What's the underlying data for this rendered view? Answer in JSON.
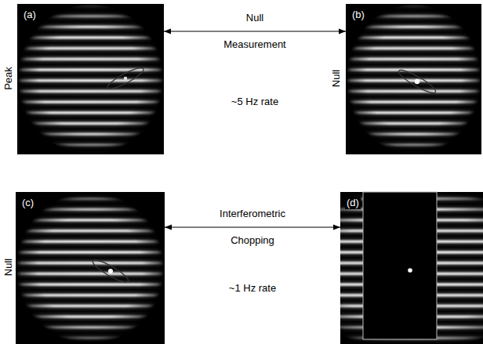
{
  "diagram": {
    "nodes": [
      {
        "text": [
          "(a)"
        ]
      },
      {
        "text": [
          "(b)"
        ]
      },
      {
        "text": [
          "(c)"
        ]
      },
      {
        "text": [
          "(d)"
        ]
      }
    ],
    "edges": [
      {
        "from": 0,
        "to": 1,
        "arrow": "both",
        "label": "Null Measurement"
      },
      {
        "from": 2,
        "to": 3,
        "arrow": "both",
        "label": "Interferometric Chopping"
      }
    ],
    "labels": [
      "Peak",
      "Null",
      "~5 Hz rate",
      "Null",
      "~1 Hz rate"
    ]
  }
}
